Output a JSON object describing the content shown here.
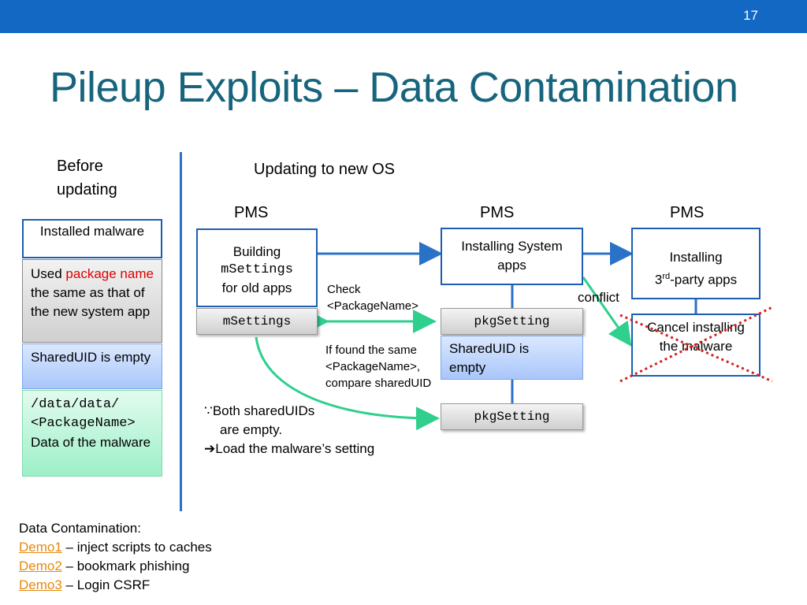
{
  "slide": {
    "number": "17",
    "title": "Pileup Exploits – Data Contamination"
  },
  "left": {
    "heading_line1": "Before",
    "heading_line2": "updating",
    "installed_malware": "Installed malware",
    "used_prefix": "Used ",
    "used_highlight": "package name",
    "used_suffix": " the same as that of the new system app",
    "shareduid": "SharedUID is empty",
    "data_path_line1": "/data/data/",
    "data_path_line2": "<PackageName>",
    "data_desc": "Data of the malware"
  },
  "right": {
    "heading": "Updating to new OS",
    "pms1": "PMS",
    "pms2": "PMS",
    "pms3": "PMS",
    "building_line1": "Building",
    "building_line2": "mSettings",
    "building_line3": "for old apps",
    "msettings": "mSettings",
    "installing_system": "Installing System apps",
    "pkgsetting1": "pkgSetting",
    "shareduid_new": "SharedUID is empty",
    "pkgsetting2": "pkgSetting",
    "installing_third_prefix": "Installing",
    "installing_third_num": "3",
    "installing_third_sup": "rd",
    "installing_third_suffix": "-party apps",
    "cancel": "Cancel installing the malware",
    "check_line1": "Check",
    "check_line2": "<PackageName>",
    "found_line1": "If found the same",
    "found_line2": "<PackageName>,",
    "found_line3": "compare sharedUID",
    "conflict": "conflict",
    "both_line1": "∵Both sharedUIDs",
    "both_line2": "are empty.",
    "load_line": "➔Load the malware’s setting"
  },
  "footer": {
    "heading": "Data Contamination:",
    "demos": [
      {
        "link": "Demo1",
        "text": " – inject scripts to caches"
      },
      {
        "link": "Demo2",
        "text": " – bookmark phishing"
      },
      {
        "link": "Demo3",
        "text": " – Login CSRF"
      }
    ]
  },
  "colors": {
    "topbar": "#1368c4",
    "title": "#17657d",
    "box_border": "#1a5fb4",
    "arrow_blue": "#2a72c8",
    "arrow_green": "#2fcf8e",
    "cross": "#d42020",
    "link": "#e8890c"
  }
}
